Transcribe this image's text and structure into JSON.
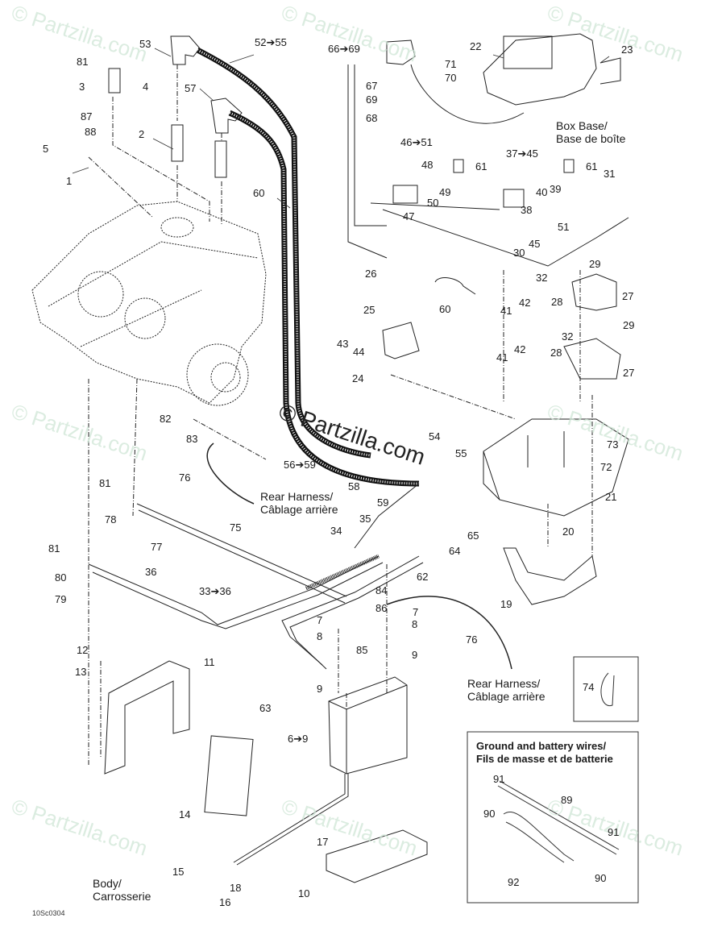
{
  "diagram": {
    "title": "Electrical system exploded parts diagram",
    "drawing_code": "10Sc0304",
    "watermark": "© Partzilla.com",
    "notes": {
      "box_base": "Box Base/\nBase de boîte",
      "rear_harness_1": "Rear Harness/\nCâblage arrière",
      "rear_harness_2": "Rear Harness/\nCâblage arrière",
      "body": "Body/\nCarrosserie",
      "ground_box_title": "Ground and battery wires/\nFils de masse et de batterie"
    },
    "callouts": [
      {
        "id": "c53",
        "text": "53"
      },
      {
        "id": "c52",
        "text": "52➔55"
      },
      {
        "id": "c66",
        "text": "66➔69"
      },
      {
        "id": "c71",
        "text": "71"
      },
      {
        "id": "c70",
        "text": "70"
      },
      {
        "id": "c22",
        "text": "22"
      },
      {
        "id": "c23",
        "text": "23"
      },
      {
        "id": "c81a",
        "text": "81"
      },
      {
        "id": "c3",
        "text": "3"
      },
      {
        "id": "c4",
        "text": "4"
      },
      {
        "id": "c57",
        "text": "57"
      },
      {
        "id": "c67",
        "text": "67"
      },
      {
        "id": "c69",
        "text": "69"
      },
      {
        "id": "c68",
        "text": "68"
      },
      {
        "id": "c87",
        "text": "87"
      },
      {
        "id": "c88",
        "text": "88"
      },
      {
        "id": "c5",
        "text": "5"
      },
      {
        "id": "c2",
        "text": "2"
      },
      {
        "id": "c1",
        "text": "1"
      },
      {
        "id": "c46",
        "text": "46➔51"
      },
      {
        "id": "c48",
        "text": "48"
      },
      {
        "id": "c61a",
        "text": "61"
      },
      {
        "id": "c49",
        "text": "49"
      },
      {
        "id": "c50",
        "text": "50"
      },
      {
        "id": "c47",
        "text": "47"
      },
      {
        "id": "c37",
        "text": "37➔45"
      },
      {
        "id": "c61b",
        "text": "61"
      },
      {
        "id": "c31",
        "text": "31"
      },
      {
        "id": "c39",
        "text": "39"
      },
      {
        "id": "c40",
        "text": "40"
      },
      {
        "id": "c38",
        "text": "38"
      },
      {
        "id": "c51",
        "text": "51"
      },
      {
        "id": "c45",
        "text": "45"
      },
      {
        "id": "c30",
        "text": "30"
      },
      {
        "id": "c60a",
        "text": "60"
      },
      {
        "id": "c29a",
        "text": "29"
      },
      {
        "id": "c32a",
        "text": "32"
      },
      {
        "id": "c27a",
        "text": "27"
      },
      {
        "id": "c28a",
        "text": "28"
      },
      {
        "id": "c26",
        "text": "26"
      },
      {
        "id": "c60b",
        "text": "60"
      },
      {
        "id": "c42a",
        "text": "42"
      },
      {
        "id": "c41a",
        "text": "41"
      },
      {
        "id": "c25",
        "text": "25"
      },
      {
        "id": "c43",
        "text": "43"
      },
      {
        "id": "c44",
        "text": "44"
      },
      {
        "id": "c29b",
        "text": "29"
      },
      {
        "id": "c32b",
        "text": "32"
      },
      {
        "id": "c42b",
        "text": "42"
      },
      {
        "id": "c28b",
        "text": "28"
      },
      {
        "id": "c41b",
        "text": "41"
      },
      {
        "id": "c27b",
        "text": "27"
      },
      {
        "id": "c24",
        "text": "24"
      },
      {
        "id": "c82",
        "text": "82"
      },
      {
        "id": "c83",
        "text": "83"
      },
      {
        "id": "c54",
        "text": "54"
      },
      {
        "id": "c73",
        "text": "73"
      },
      {
        "id": "c56",
        "text": "56➔59"
      },
      {
        "id": "c55",
        "text": "55"
      },
      {
        "id": "c72",
        "text": "72"
      },
      {
        "id": "c81b",
        "text": "81"
      },
      {
        "id": "c76a",
        "text": "76"
      },
      {
        "id": "c58",
        "text": "58"
      },
      {
        "id": "c21",
        "text": "21"
      },
      {
        "id": "c59",
        "text": "59"
      },
      {
        "id": "c78",
        "text": "78"
      },
      {
        "id": "c35",
        "text": "35"
      },
      {
        "id": "c65",
        "text": "65"
      },
      {
        "id": "c75",
        "text": "75"
      },
      {
        "id": "c20",
        "text": "20"
      },
      {
        "id": "c34",
        "text": "34"
      },
      {
        "id": "c77",
        "text": "77"
      },
      {
        "id": "c64",
        "text": "64"
      },
      {
        "id": "c81c",
        "text": "81"
      },
      {
        "id": "c36",
        "text": "36"
      },
      {
        "id": "c62",
        "text": "62"
      },
      {
        "id": "c80",
        "text": "80"
      },
      {
        "id": "c84",
        "text": "84"
      },
      {
        "id": "c33",
        "text": "33➔36"
      },
      {
        "id": "c86",
        "text": "86"
      },
      {
        "id": "c7a",
        "text": "7"
      },
      {
        "id": "c19",
        "text": "19"
      },
      {
        "id": "c79",
        "text": "79"
      },
      {
        "id": "c7b",
        "text": "7"
      },
      {
        "id": "c8a",
        "text": "8"
      },
      {
        "id": "c8b",
        "text": "8"
      },
      {
        "id": "c76b",
        "text": "76"
      },
      {
        "id": "c85",
        "text": "85"
      },
      {
        "id": "c9a",
        "text": "9"
      },
      {
        "id": "c12",
        "text": "12"
      },
      {
        "id": "c11",
        "text": "11"
      },
      {
        "id": "c13",
        "text": "13"
      },
      {
        "id": "c9b",
        "text": "9"
      },
      {
        "id": "c74",
        "text": "74"
      },
      {
        "id": "c63",
        "text": "63"
      },
      {
        "id": "c6",
        "text": "6➔9"
      },
      {
        "id": "c91a",
        "text": "91"
      },
      {
        "id": "c89",
        "text": "89"
      },
      {
        "id": "c90a",
        "text": "90"
      },
      {
        "id": "c91b",
        "text": "91"
      },
      {
        "id": "c14",
        "text": "14"
      },
      {
        "id": "c17",
        "text": "17"
      },
      {
        "id": "c92",
        "text": "92"
      },
      {
        "id": "c90b",
        "text": "90"
      },
      {
        "id": "c15",
        "text": "15"
      },
      {
        "id": "c18",
        "text": "18"
      },
      {
        "id": "c10",
        "text": "10"
      },
      {
        "id": "c16",
        "text": "16"
      }
    ]
  }
}
